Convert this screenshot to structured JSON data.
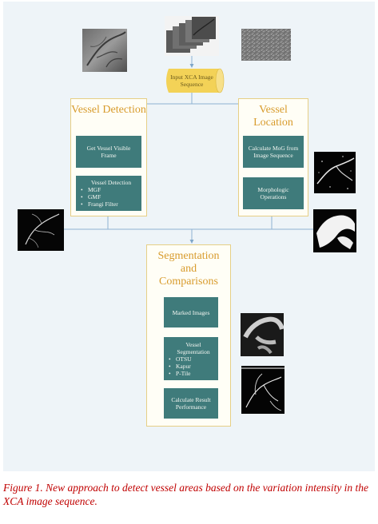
{
  "input": {
    "label": "Input XCA Image Sequence"
  },
  "detection": {
    "title": "Vessel Detection",
    "step1": "Get Vessel Visible Frame",
    "step2_head": "Vessel Detection",
    "step2_items": [
      "MGF",
      "GMF",
      "Frangi Filter"
    ]
  },
  "location": {
    "title": "Vessel Location",
    "step1": "Calculate MoG from Image Sequence",
    "step2": "Morphologic Operations"
  },
  "segmentation": {
    "title": "Segmentation and Comparisons",
    "step1": "Marked Images",
    "step2_head": "Vessel Segmentation",
    "step2_items": [
      "OTSU",
      "Kapur",
      "P-Tile"
    ],
    "step3": "Calculate Result Performance"
  },
  "caption": {
    "label": "Figure 1.",
    "text": "New approach to detect vessel areas based on the variation intensity in the XCA image sequence."
  },
  "colors": {
    "box": "#3f7b7b",
    "title": "#d89b2c",
    "caption": "#c00000",
    "cylinder": "#f3d257"
  }
}
